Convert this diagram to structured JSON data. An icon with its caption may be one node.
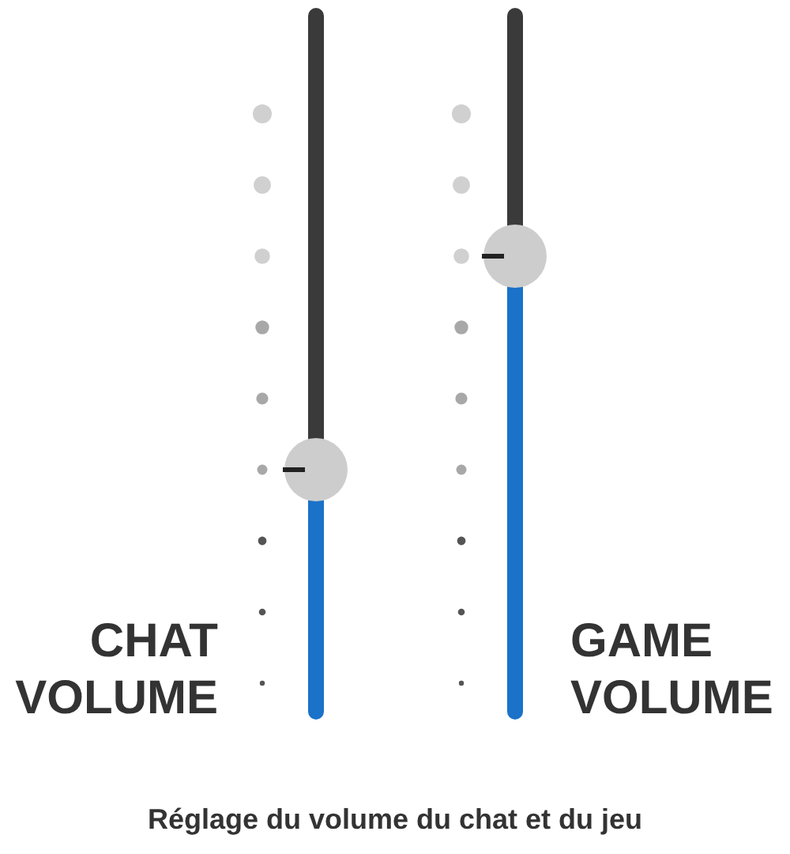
{
  "diagram": {
    "caption": "Réglage du volume du chat et du jeu",
    "labels": [
      "CHAT VOLUME",
      "GAME VOLUME"
    ]
  }
}
